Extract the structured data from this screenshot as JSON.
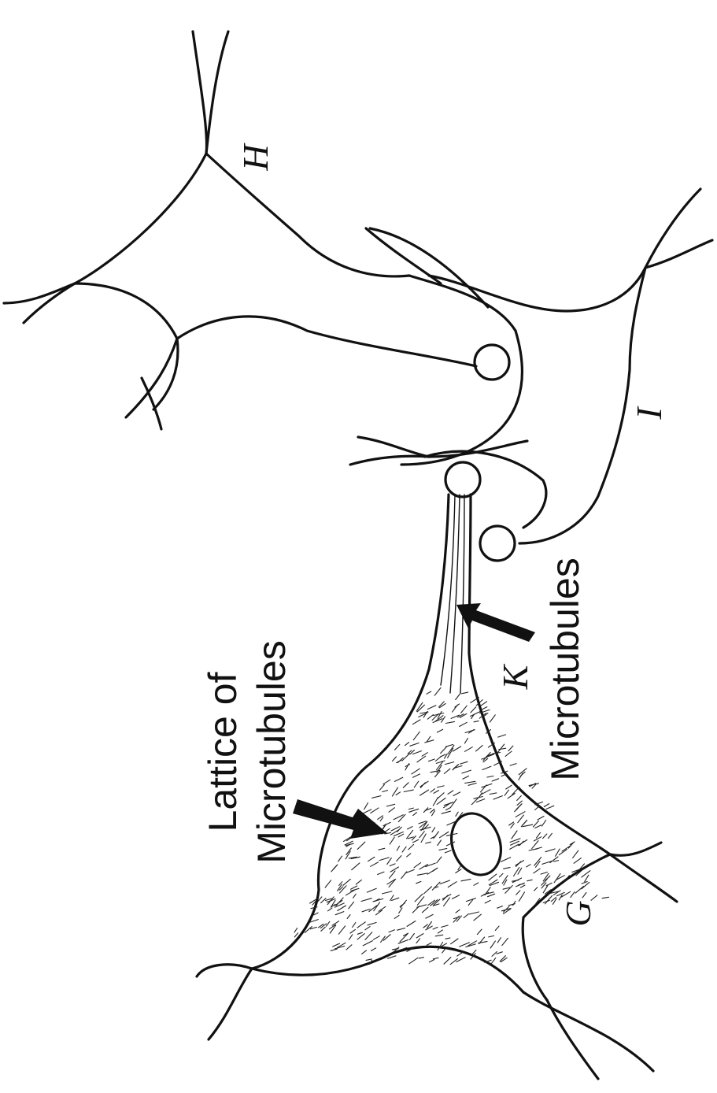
{
  "labels": {
    "neuron_h": "H",
    "neuron_i": "I",
    "neuron_g": "G",
    "axon_k": "K",
    "microtubules": "Microtubules",
    "lattice_line1": "Lattice of",
    "lattice_line2": "Microtubules"
  },
  "icons": [
    "arrow-icon"
  ],
  "colors": {
    "ink": "#111111",
    "paper": "#ffffff"
  }
}
